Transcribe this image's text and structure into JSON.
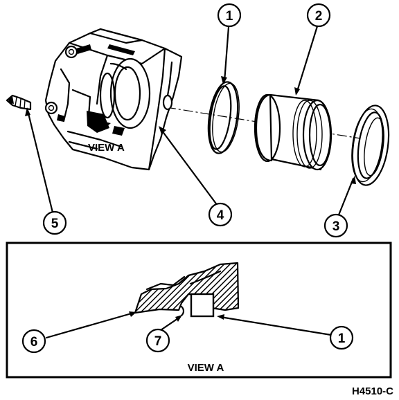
{
  "callouts": {
    "c1_top": "1",
    "c2": "2",
    "c3": "3",
    "c4": "4",
    "c5": "5",
    "c6": "6",
    "c7": "7",
    "c1_inset": "1"
  },
  "view_label_upper": "VIEW A",
  "view_label_inset": "VIEW A",
  "figure_code": "H4510-C"
}
